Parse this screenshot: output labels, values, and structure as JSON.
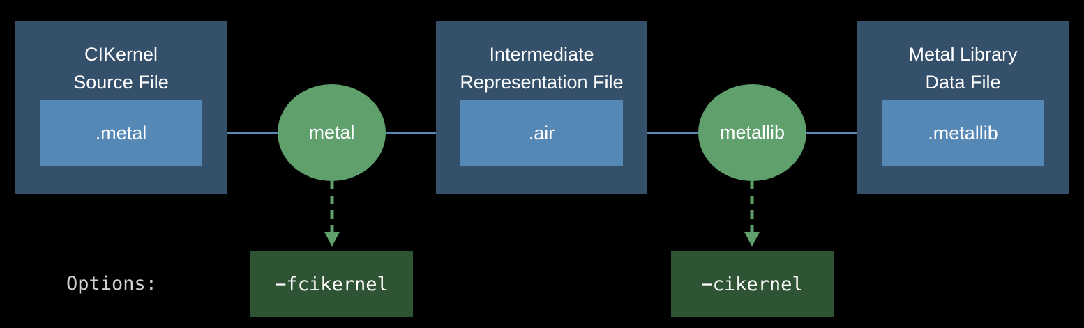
{
  "colors": {
    "background": "#000000",
    "file_box": "#34506a",
    "extension_box": "#5688b6",
    "tool_node": "#5fa06c",
    "option_box": "#2f5434",
    "solid_arrow": "#5688b6",
    "dashed_arrow": "#5fa06c"
  },
  "files": [
    {
      "title": "CIKernel\nSource File",
      "extension": ".metal"
    },
    {
      "title": "Intermediate\nRepresentation File",
      "extension": ".air"
    },
    {
      "title": "Metal Library\nData File",
      "extension": ".metallib"
    }
  ],
  "tools": [
    {
      "label": "metal",
      "option": "−fcikernel"
    },
    {
      "label": "metallib",
      "option": "−cikernel"
    }
  ],
  "options_label": "Options:"
}
